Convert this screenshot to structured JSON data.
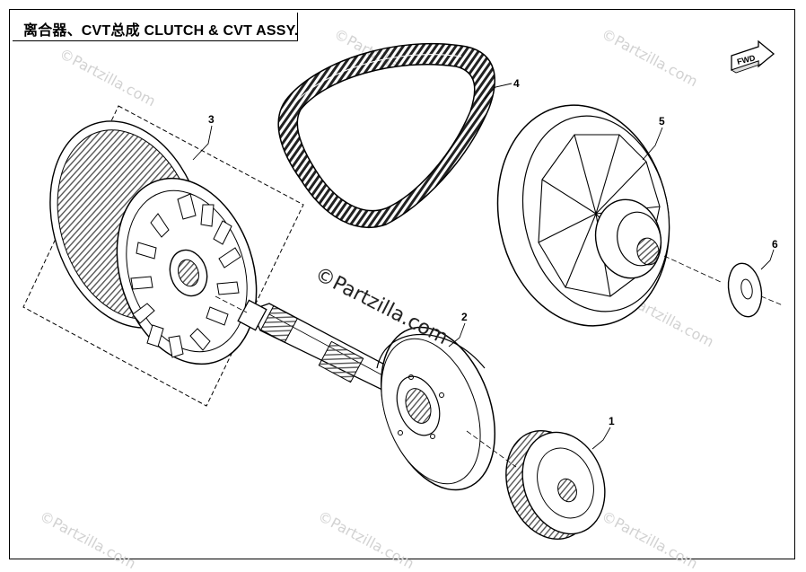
{
  "title": "离合器、CVT总成 CLUTCH & CVT ASSY.",
  "watermark_text": "©Partzilla.com",
  "fwd_label": "FWD",
  "callouts": [
    "1",
    "2",
    "3",
    "4",
    "5",
    "6"
  ],
  "colors": {
    "line": "#000000",
    "watermark": "#d2d2d2"
  }
}
